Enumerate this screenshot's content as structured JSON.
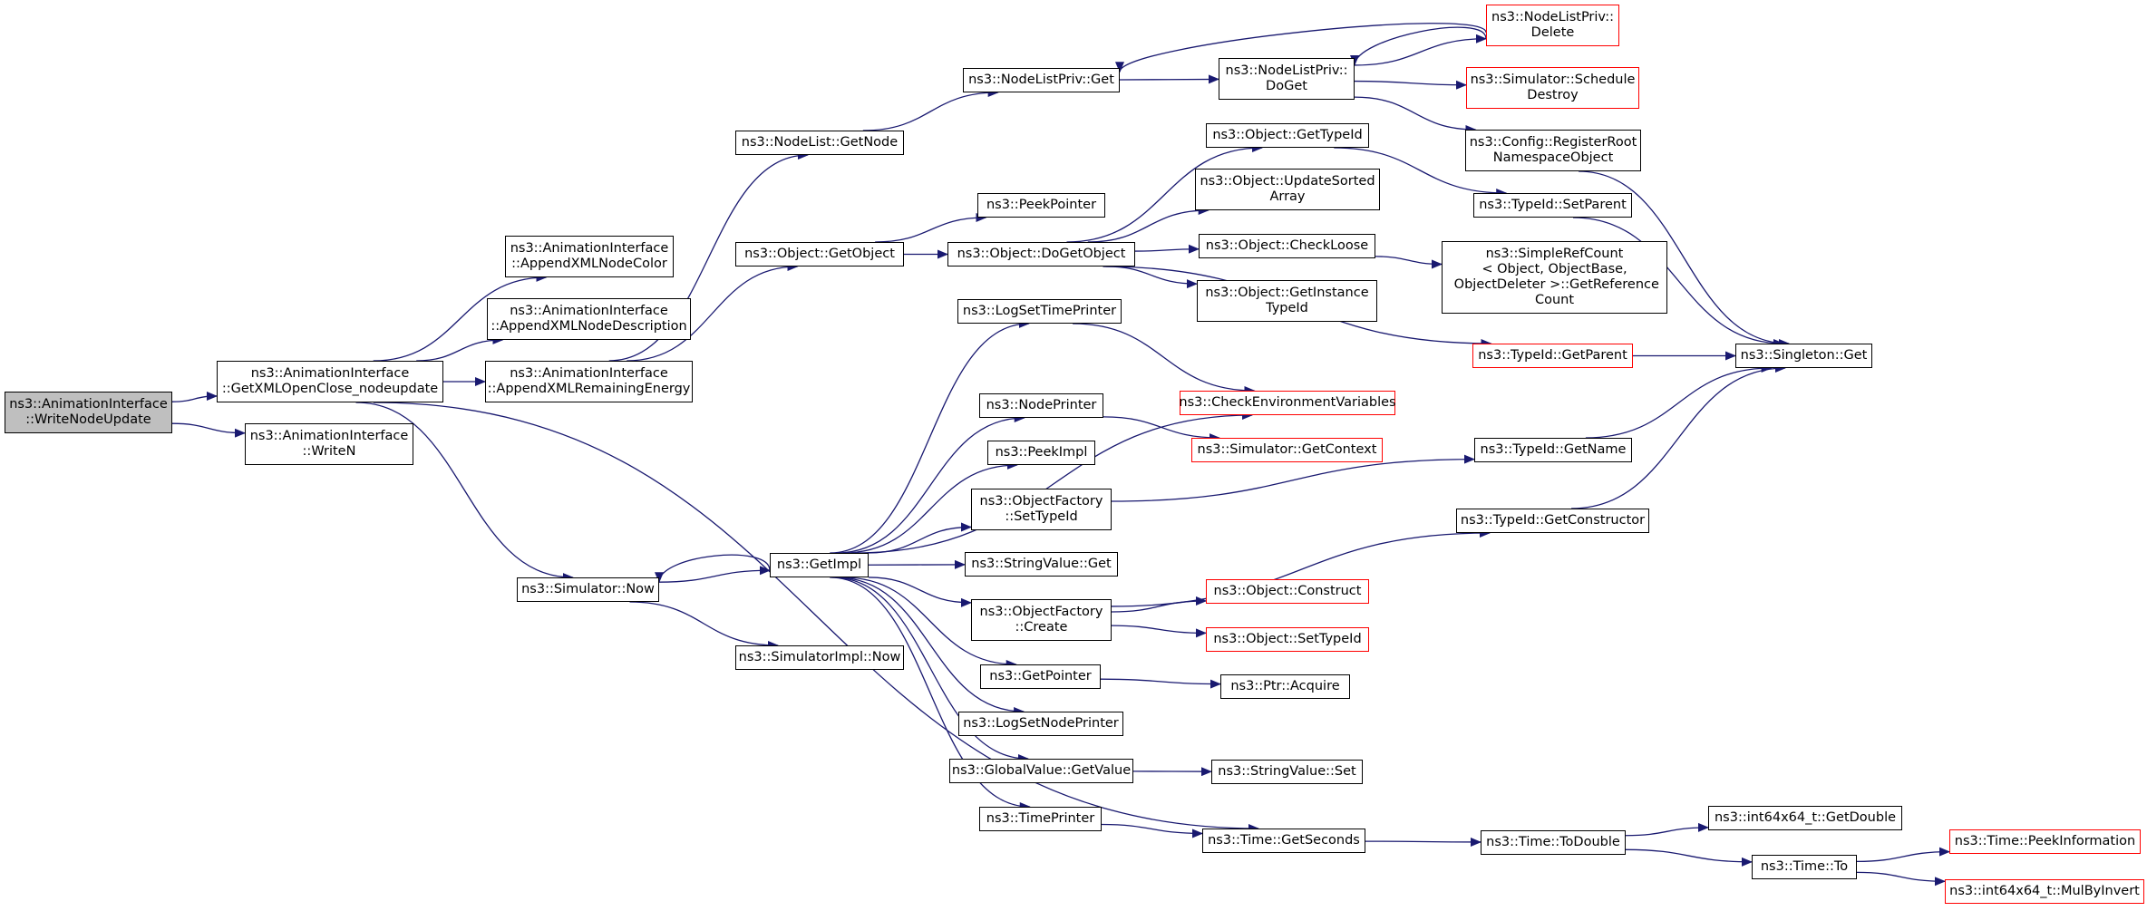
{
  "colors": {
    "edge": "#191970",
    "border": "#000000",
    "border_red": "#ff0000",
    "root_fill": "#bfbfbf"
  },
  "nodes": {
    "n1": "ns3::AnimationInterface\n::WriteNodeUpdate",
    "n2": "ns3::AnimationInterface\n::GetXMLOpenClose_nodeupdate",
    "n3": "ns3::AnimationInterface\n::WriteN",
    "n4": "ns3::AnimationInterface\n::AppendXMLNodeColor",
    "n5": "ns3::AnimationInterface\n::AppendXMLNodeDescription",
    "n6": "ns3::AnimationInterface\n::AppendXMLRemainingEnergy",
    "n7": "ns3::Simulator::Now",
    "n8": "ns3::NodeList::GetNode",
    "n9": "ns3::Object::GetObject",
    "n10": "ns3::NodeListPriv::Get",
    "n11": "ns3::NodeListPriv::\nDoGet",
    "n12": "ns3::NodeListPriv::\nDelete",
    "n13": "ns3::Simulator::Schedule\nDestroy",
    "n14": "ns3::Config::RegisterRoot\nNamespaceObject",
    "n15": "ns3::PeekPointer",
    "n16": "ns3::Object::DoGetObject",
    "n17": "ns3::Object::GetTypeId",
    "n18": "ns3::Object::UpdateSorted\nArray",
    "n19": "ns3::Object::CheckLoose",
    "n20": "ns3::Object::GetInstance\nTypeId",
    "n21": "ns3::TypeId::SetParent",
    "n22": "ns3::SimpleRefCount\n< Object, ObjectBase,\n ObjectDeleter >::GetReference\nCount",
    "n23": "ns3::TypeId::GetParent",
    "n24": "ns3::Singleton::Get",
    "n25": "ns3::LogSetTimePrinter",
    "n26": "ns3::CheckEnvironmentVariables",
    "n27": "ns3::NodePrinter",
    "n28": "ns3::Simulator::GetContext",
    "n29": "ns3::PeekImpl",
    "n30": "ns3::ObjectFactory\n::SetTypeId",
    "n31": "ns3::TypeId::GetName",
    "n32": "ns3::GetImpl",
    "n33": "ns3::StringValue::Get",
    "n34": "ns3::TypeId::GetConstructor",
    "n35": "ns3::ObjectFactory\n::Create",
    "n36": "ns3::Object::Construct",
    "n37": "ns3::Object::SetTypeId",
    "n38": "ns3::SimulatorImpl::Now",
    "n39": "ns3::GetPointer",
    "n40": "ns3::Ptr::Acquire",
    "n41": "ns3::LogSetNodePrinter",
    "n42": "ns3::GlobalValue::GetValue",
    "n43": "ns3::StringValue::Set",
    "n44": "ns3::TimePrinter",
    "n45": "ns3::Time::GetSeconds",
    "n46": "ns3::Time::ToDouble",
    "n47": "ns3::int64x64_t::GetDouble",
    "n48": "ns3::Time::To",
    "n49": "ns3::Time::PeekInformation",
    "n50": "ns3::int64x64_t::MulByInvert"
  },
  "edges": [
    [
      "n1",
      "n2"
    ],
    [
      "n1",
      "n3"
    ],
    [
      "n2",
      "n4"
    ],
    [
      "n2",
      "n5"
    ],
    [
      "n2",
      "n6"
    ],
    [
      "n2",
      "n7"
    ],
    [
      "n2",
      "n45"
    ],
    [
      "n6",
      "n8"
    ],
    [
      "n6",
      "n9"
    ],
    [
      "n8",
      "n10"
    ],
    [
      "n10",
      "n11"
    ],
    [
      "n11",
      "n12"
    ],
    [
      "n11",
      "n13"
    ],
    [
      "n11",
      "n14"
    ],
    [
      "n12",
      "n10"
    ],
    [
      "n12",
      "n11"
    ],
    [
      "n9",
      "n15"
    ],
    [
      "n9",
      "n16"
    ],
    [
      "n16",
      "n17"
    ],
    [
      "n16",
      "n18"
    ],
    [
      "n16",
      "n19"
    ],
    [
      "n16",
      "n20"
    ],
    [
      "n16",
      "n23"
    ],
    [
      "n17",
      "n21"
    ],
    [
      "n19",
      "n22"
    ],
    [
      "n14",
      "n24"
    ],
    [
      "n21",
      "n24"
    ],
    [
      "n23",
      "n24"
    ],
    [
      "n31",
      "n24"
    ],
    [
      "n34",
      "n24"
    ],
    [
      "n7",
      "n32"
    ],
    [
      "n7",
      "n38"
    ],
    [
      "n32",
      "n25"
    ],
    [
      "n32",
      "n26"
    ],
    [
      "n32",
      "n27"
    ],
    [
      "n32",
      "n29"
    ],
    [
      "n32",
      "n30"
    ],
    [
      "n32",
      "n33"
    ],
    [
      "n32",
      "n35"
    ],
    [
      "n32",
      "n39"
    ],
    [
      "n32",
      "n41"
    ],
    [
      "n32",
      "n42"
    ],
    [
      "n32",
      "n44"
    ],
    [
      "n32",
      "n7"
    ],
    [
      "n25",
      "n26"
    ],
    [
      "n27",
      "n28"
    ],
    [
      "n30",
      "n31"
    ],
    [
      "n35",
      "n34"
    ],
    [
      "n35",
      "n36"
    ],
    [
      "n35",
      "n37"
    ],
    [
      "n39",
      "n40"
    ],
    [
      "n42",
      "n43"
    ],
    [
      "n44",
      "n45"
    ],
    [
      "n45",
      "n46"
    ],
    [
      "n46",
      "n47"
    ],
    [
      "n46",
      "n48"
    ],
    [
      "n48",
      "n49"
    ],
    [
      "n48",
      "n50"
    ]
  ]
}
